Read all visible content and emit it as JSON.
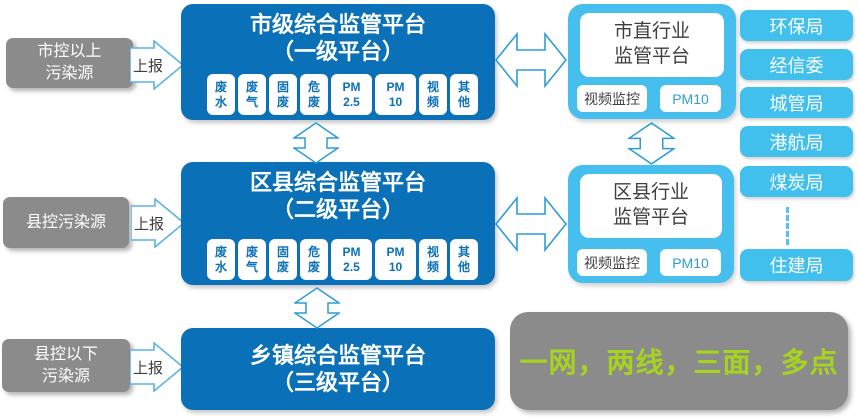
{
  "left_sources": [
    {
      "line1": "市控以上",
      "line2": "污染源",
      "arrow_label": "上报"
    },
    {
      "line1": "县控污染源",
      "line2": "",
      "arrow_label": "上报"
    },
    {
      "line1": "县控以下",
      "line2": "污染源",
      "arrow_label": "上报"
    }
  ],
  "platforms": [
    {
      "title1": "市级综合监管平台",
      "title2": "（一级平台）",
      "modules": [
        {
          "l1": "废",
          "l2": "水"
        },
        {
          "l1": "废",
          "l2": "气"
        },
        {
          "l1": "固",
          "l2": "废"
        },
        {
          "l1": "危",
          "l2": "废"
        },
        {
          "l1": "PM",
          "l2": "2.5"
        },
        {
          "l1": "PM",
          "l2": "10"
        },
        {
          "l1": "视",
          "l2": "频"
        },
        {
          "l1": "其",
          "l2": "他"
        }
      ]
    },
    {
      "title1": "区县综合监管平台",
      "title2": "（二级平台）",
      "modules": [
        {
          "l1": "废",
          "l2": "水"
        },
        {
          "l1": "废",
          "l2": "气"
        },
        {
          "l1": "固",
          "l2": "废"
        },
        {
          "l1": "危",
          "l2": "废"
        },
        {
          "l1": "PM",
          "l2": "2.5"
        },
        {
          "l1": "PM",
          "l2": "10"
        },
        {
          "l1": "视",
          "l2": "频"
        },
        {
          "l1": "其",
          "l2": "他"
        }
      ]
    },
    {
      "title1": "乡镇综合监管平台",
      "title2": "（三级平台）",
      "modules": []
    }
  ],
  "industry_platforms": [
    {
      "title1": "市直行业",
      "title2": "监管平台",
      "module_video": "视频监控",
      "module_pm": "PM10"
    },
    {
      "title1": "区县行业",
      "title2": "监管平台",
      "module_video": "视频监控",
      "module_pm": "PM10"
    }
  ],
  "bureaus": [
    "环保局",
    "经信委",
    "城管局",
    "港航局",
    "煤炭局",
    "住建局"
  ],
  "slogan": "一网，两线，三面，多点",
  "colors": {
    "platform_blue": "#0a70b8",
    "industry_light_blue": "#47bfee",
    "bureau_cyan": "#41c0ed",
    "source_gray": "#8b8b8b",
    "slogan_green": "#a6d320",
    "arrow_outline": "#2f9cd8",
    "report_arrow_outline": "#5ab4e4"
  }
}
